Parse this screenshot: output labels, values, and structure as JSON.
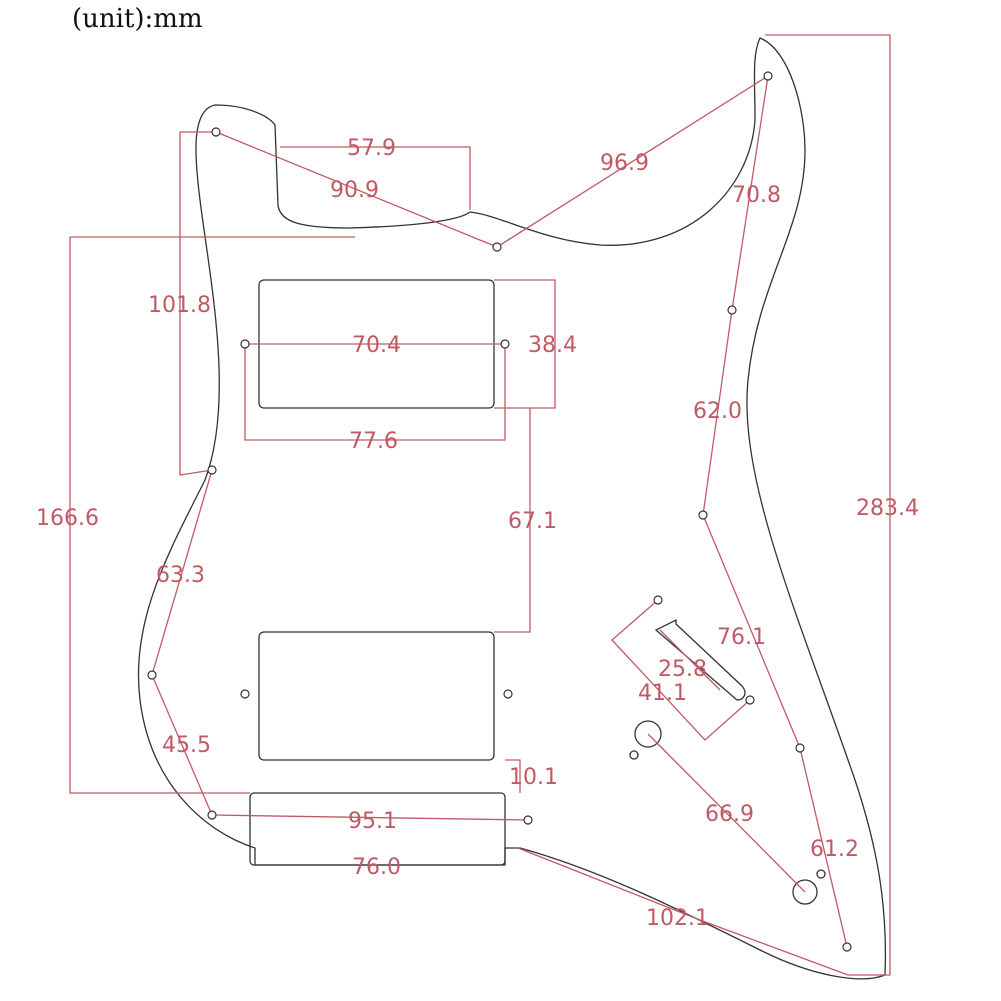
{
  "unit_label": "(unit):mm",
  "dimensions": {
    "d1": "57.9",
    "d2": "90.9",
    "d3": "96.9",
    "d4": "70.8",
    "d5": "101.8",
    "d6": "70.4",
    "d7": "38.4",
    "d8": "77.6",
    "d9": "166.6",
    "d10": "67.1",
    "d11": "62.0",
    "d12": "283.4",
    "d13": "63.3",
    "d14": "76.1",
    "d15": "25.8",
    "d16": "41.1",
    "d17": "45.5",
    "d18": "10.1",
    "d19": "66.9",
    "d20": "95.1",
    "d21": "61.2",
    "d22": "76.0",
    "d23": "102.1"
  },
  "colors": {
    "dimension": "#c05a64",
    "outline": "#333333"
  }
}
